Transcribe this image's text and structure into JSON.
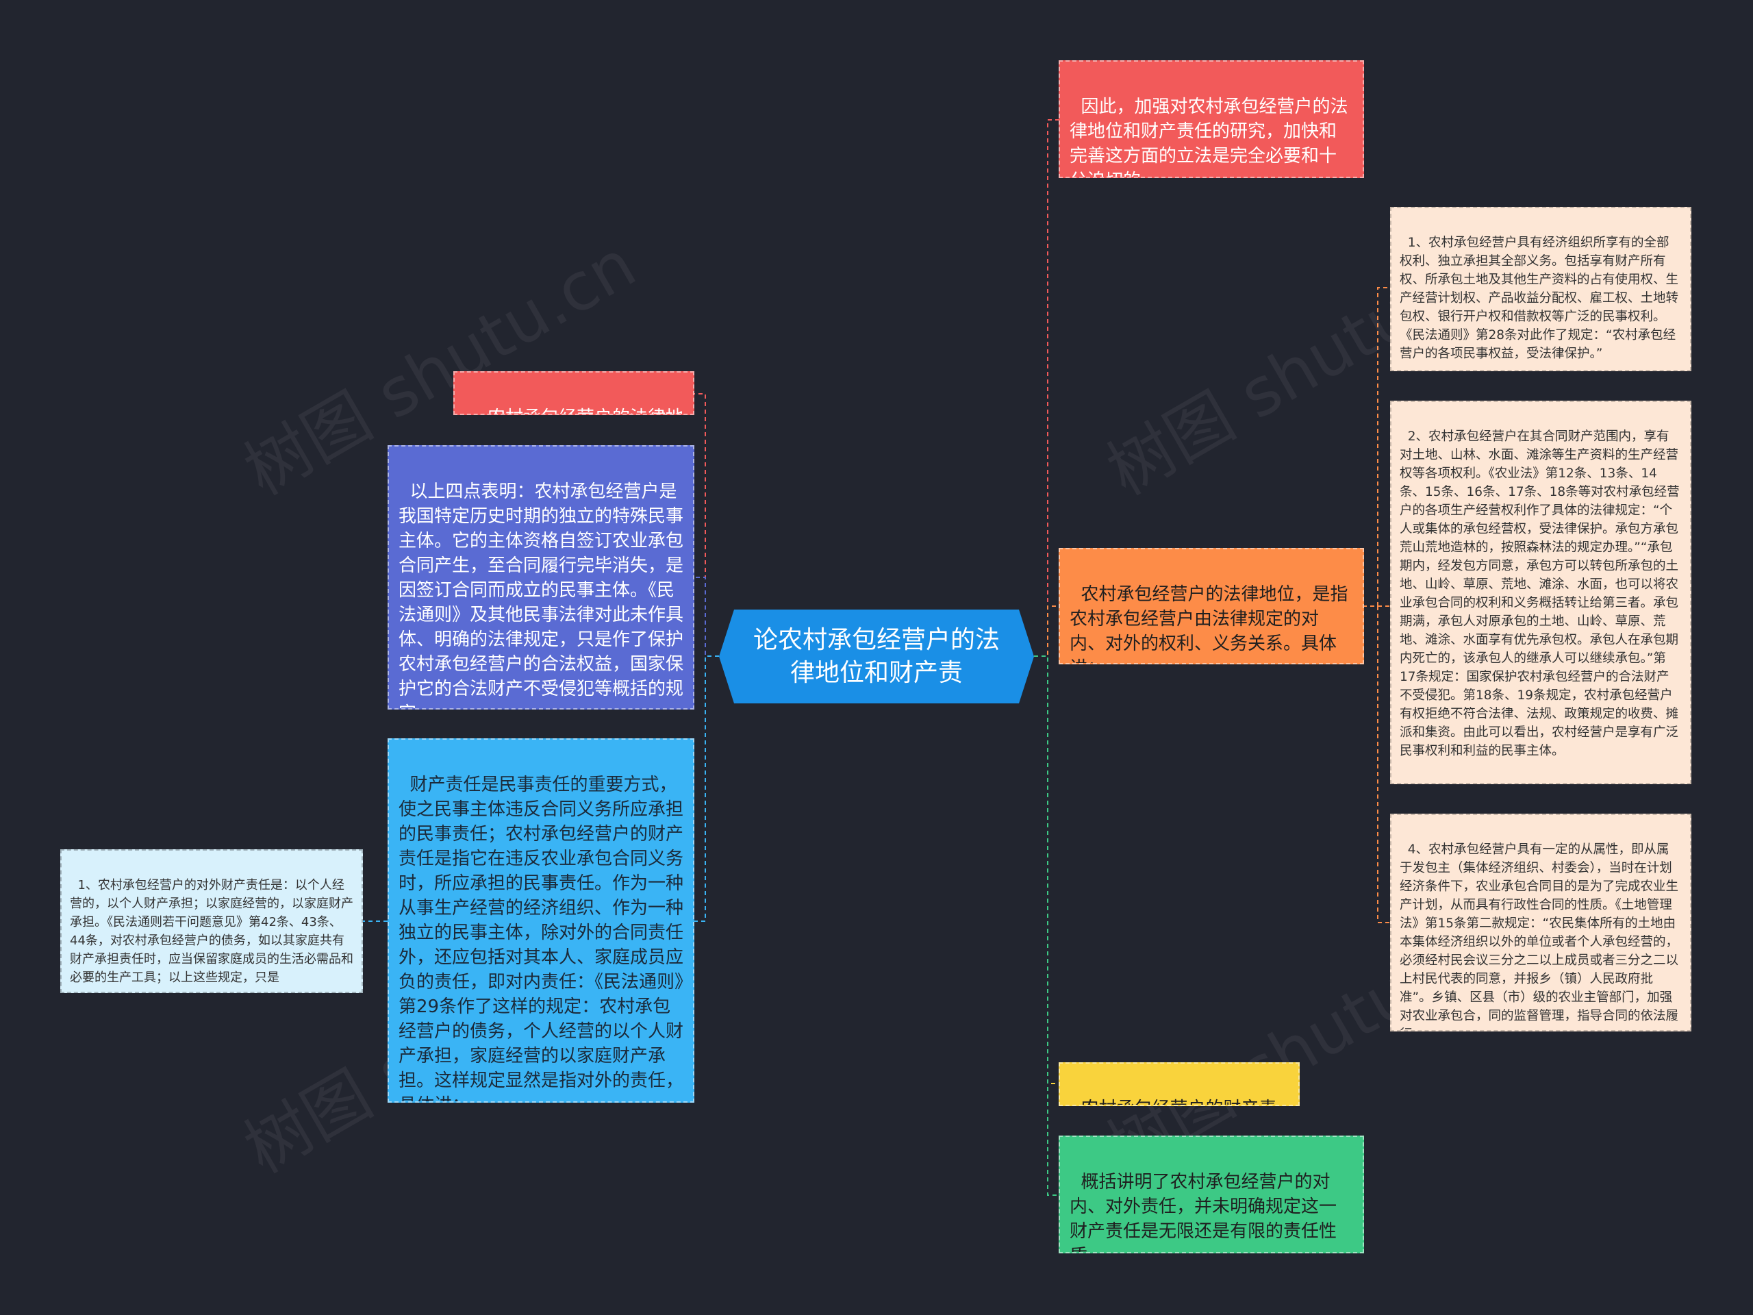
{
  "center": {
    "title": "论农村承包经营户的法律地位和财产责"
  },
  "colors": {
    "background": "#22252f",
    "center": "#1a8fe6",
    "red": "#f25a5a",
    "orange": "#fd8c48",
    "yellow": "#f9d33c",
    "green": "#3dc985",
    "indigo": "#5a6bd3",
    "sky": "#3ab4f5",
    "peach": "#fde7d6",
    "light_blue": "#d8f1fc"
  },
  "left": {
    "legal_status_label": "农村承包经营户的法律地位",
    "legal_status_detail": "以上四点表明：农村承包经营户是我国特定历史时期的独立的特殊民事主体。它的主体资格自签订农业承包合同产生，至合同履行完毕消失，是因签订合同而成立的民事主体。《民法通则》及其他民事法律对此未作具体、明确的法律规定，只是作了保护农村承包经营户的合法权益，国家保护它的合法财产不受侵犯等概括的规定。",
    "property_liability_detail": "财产责任是民事责任的重要方式，使之民事主体违反合同义务所应承担的民事责任；农村承包经营户的财产责任是指它在违反农业承包合同义务时，所应承担的民事责任。作为一种从事生产经营的经济组织、作为一种独立的民事主体，除对外的合同责任外，还应包括对其本人、家庭成员应负的责任，即对内责任：《民法通则》第29条作了这样的规定：农村承包经营户的债务，个人经营的以个人财产承担，家庭经营的以家庭财产承担。这样规定显然是指对外的责任，具体讲：",
    "external_liability_item": "1、农村承包经营户的对外财产责任是：以个人经营的，以个人财产承担；以家庭经营的，以家庭财产承担。《民法通则若干问题意见》第42条、43条、44条，对农村承包经营户的债务，如以其家庭共有财产承担责任时，应当保留家庭成员的生活必需品和必要的生产工具；以上这些规定，只是"
  },
  "right": {
    "conclusion": "因此，加强对农村承包经营户的法律地位和财产责任的研究，加快和完善这方面的立法是完全必要和十分迫切的。",
    "legal_status_definition": "农村承包经营户的法律地位，是指农村承包经营户由法律规定的对内、对外的权利、义务关系。具体讲：",
    "item_1": "1、农村承包经营户具有经济组织所享有的全部权利、独立承担其全部义务。包括享有财产所有权、所承包土地及其他生产资料的占有使用权、生产经营计划权、产品收益分配权、雇工权、土地转包权、银行开户权和借款权等广泛的民事权利。《民法通则》第28条对此作了规定：“农村承包经营户的各项民事权益，受法律保护。”",
    "item_2": "2、农村承包经营户在其合同财产范围内，享有对土地、山林、水面、滩涂等生产资料的生产经营权等各项权利。《农业法》第12条、13条、14条、15条、16条、17条、18条等对农村承包经营户的各项生产经营权利作了具体的法律规定：“个人或集体的承包经营权，受法律保护。承包方承包荒山荒地造林的，按照森林法的规定办理。”“承包期内，经发包方同意，承包方可以转包所承包的土地、山岭、草原、荒地、滩涂、水面，也可以将农业承包合同的权利和义务概括转让给第三者。承包期满，承包人对原承包的土地、山岭、草原、荒地、滩涂、水面享有优先承包权。承包人在承包期内死亡的，该承包人的继承人可以继续承包。”第17条规定：国家保护农村承包经营户的合法财产不受侵犯。第18条、19条规定，农村承包经营户有权拒绝不符合法律、法规、政策规定的收费、摊派和集资。由此可以看出，农村经营户是享有广泛民事权利和利益的民事主体。",
    "item_4": "4、农村承包经营户具有一定的从属性，即从属于发包主（集体经济组织、村委会），当时在计划经济条件下，农业承包合同目的是为了完成农业生产计划，从而具有行政性合同的性质。《土地管理法》第15条第二款规定：“农民集体所有的土地由本集体经济组织以外的单位或者个人承包经营的，必须经村民会议三分之二以上成员或者三分之二以上村民代表的同意，并报乡（镇）人民政府批准”。乡镇、区县（市）级的农业主管部门，加强对农业承包合，同的监督管理，指导合同的依法履行。",
    "property_liability_label": "农村承包经营户的财产责任",
    "summary": "概括讲明了农村承包经营户的对内、对外责任，并未明确规定这一财产责任是无限还是有限的责任性质。"
  },
  "watermarks": [
    "树图 shutu.cn",
    "树图 shutu.cn",
    "树图 shutu.cn",
    "树图 shutu.cn"
  ]
}
